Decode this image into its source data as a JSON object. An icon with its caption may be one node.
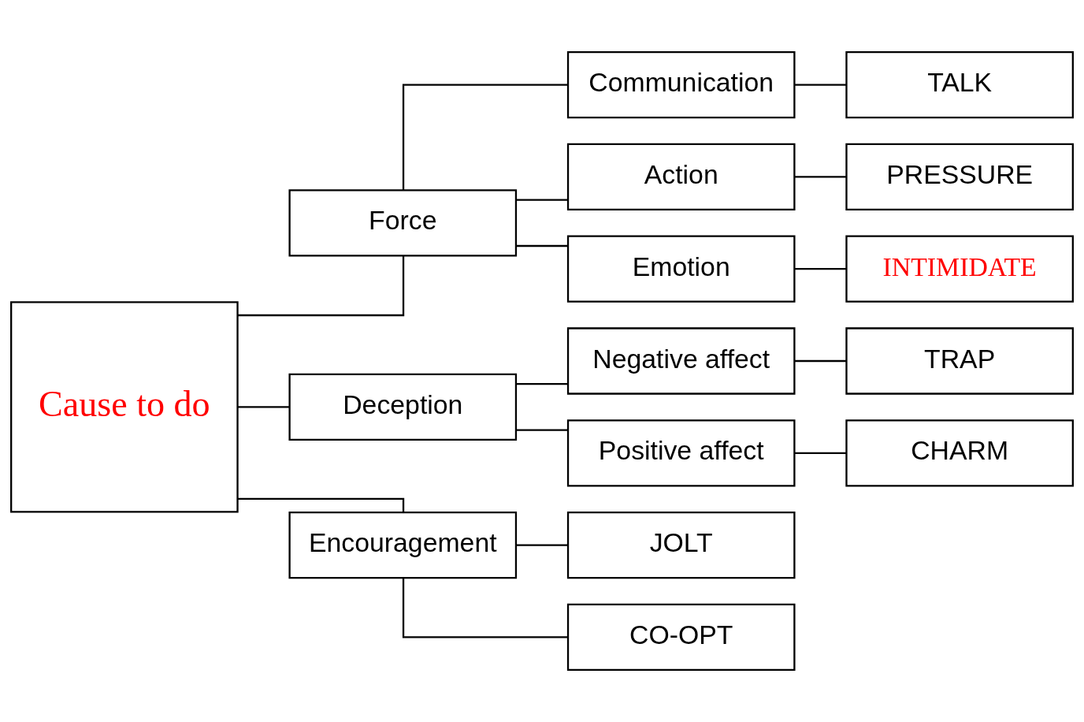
{
  "diagram": {
    "nodes": [
      {
        "text": [
          "Cause to do"
        ]
      },
      {
        "text": [
          "Force"
        ]
      },
      {
        "text": [
          "Deception"
        ]
      },
      {
        "text": [
          "Encouragement"
        ]
      },
      {
        "text": [
          "Communication"
        ]
      },
      {
        "text": [
          "Action"
        ]
      },
      {
        "text": [
          "Emotion"
        ]
      },
      {
        "text": [
          "Negative affect"
        ]
      },
      {
        "text": [
          "Positive affect"
        ]
      },
      {
        "text": [
          "JOLT"
        ]
      },
      {
        "text": [
          "CO-OPT"
        ]
      },
      {
        "text": [
          "TALK"
        ]
      },
      {
        "text": [
          "PRESSURE"
        ]
      },
      {
        "text": [
          "INTIMIDATE"
        ]
      },
      {
        "text": [
          "TRAP"
        ]
      },
      {
        "text": [
          "CHARM"
        ]
      }
    ],
    "edges": [
      {
        "from": 0,
        "to": 1,
        "arrow": "none"
      },
      {
        "from": 0,
        "to": 2,
        "arrow": "none"
      },
      {
        "from": 0,
        "to": 3,
        "arrow": "none"
      },
      {
        "from": 1,
        "to": 4,
        "arrow": "none"
      },
      {
        "from": 1,
        "to": 5,
        "arrow": "none"
      },
      {
        "from": 1,
        "to": 6,
        "arrow": "none"
      },
      {
        "from": 2,
        "to": 7,
        "arrow": "none"
      },
      {
        "from": 2,
        "to": 8,
        "arrow": "none"
      },
      {
        "from": 3,
        "to": 9,
        "arrow": "none"
      },
      {
        "from": 3,
        "to": 10,
        "arrow": "none"
      },
      {
        "from": 4,
        "to": 11,
        "arrow": "none"
      },
      {
        "from": 5,
        "to": 12,
        "arrow": "none"
      },
      {
        "from": 6,
        "to": 13,
        "arrow": "none"
      },
      {
        "from": 7,
        "to": 14,
        "arrow": "none"
      },
      {
        "from": 8,
        "to": 15,
        "arrow": "none"
      }
    ]
  }
}
